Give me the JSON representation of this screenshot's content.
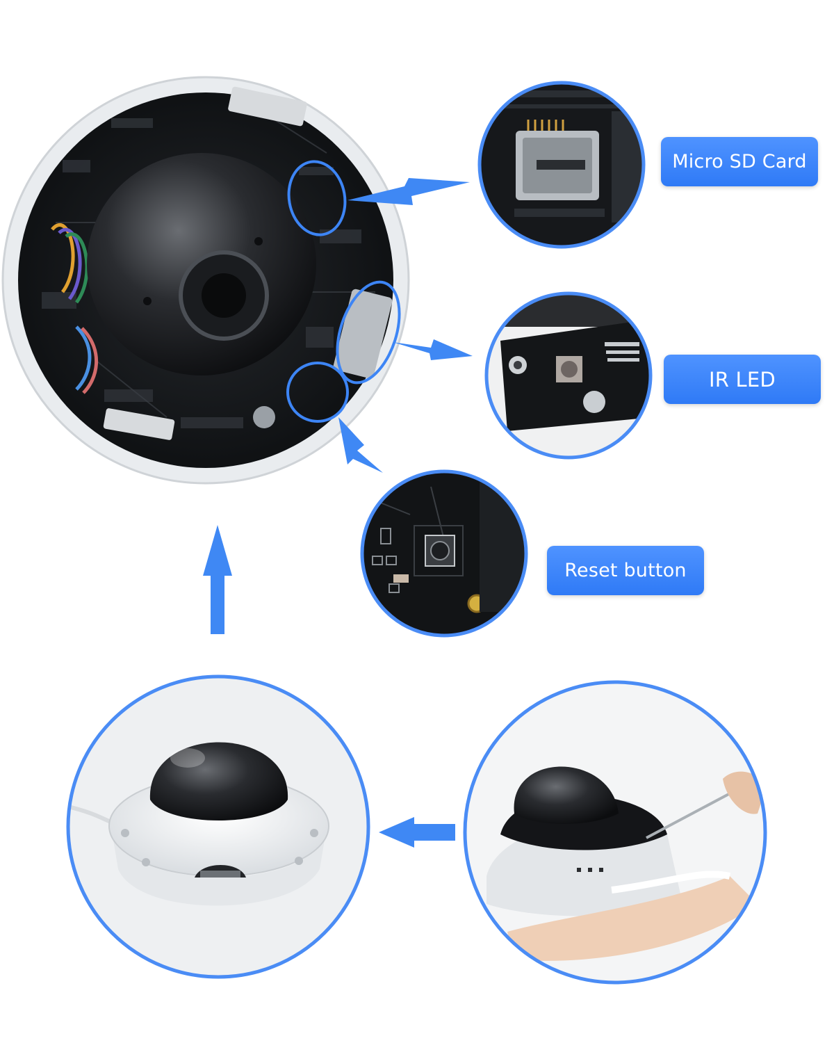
{
  "labels": {
    "sd_card": "Micro SD Card",
    "ir_led": "IR LED",
    "reset": "Reset button"
  },
  "colors": {
    "accent_blue": "#3a86ff",
    "ring_blue": "#4a8cf5",
    "arrow_blue": "#3f88f4",
    "pcb_dark": "#121416",
    "housing_white": "#eef0f2"
  },
  "icons": {
    "up_arrow": "arrow-up-icon",
    "left_arrow": "arrow-left-icon",
    "callout_arrow": "arrow-right-icon"
  }
}
